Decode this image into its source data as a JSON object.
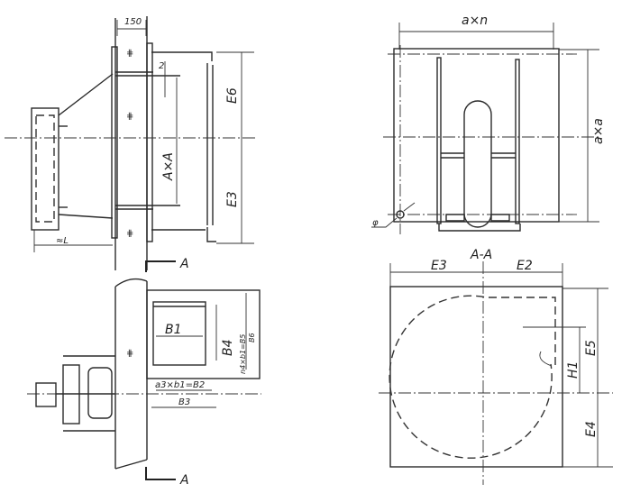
{
  "side_view": {
    "dim_flange_width": "150",
    "dim_gap": "2",
    "dim_opening": "A×A",
    "dim_upper": "E6",
    "dim_lower": "E3",
    "dim_length": "≈L",
    "section_mark": "A"
  },
  "plan_view": {
    "dim_b1": "B1",
    "dim_b4": "B4",
    "dim_b5": "n4×b1=B5",
    "dim_b6": "B6",
    "dim_b2": "a3×b1=B2",
    "dim_b3": "B3",
    "section_mark": "A"
  },
  "front_view": {
    "dim_width": "a×n",
    "dim_height": "a×a",
    "hole_symbol": "φ"
  },
  "section_view": {
    "title": "A-A",
    "dim_left": "E3",
    "dim_right": "E2",
    "dim_h1": "H1",
    "dim_upper": "E5",
    "dim_lower": "E4"
  }
}
